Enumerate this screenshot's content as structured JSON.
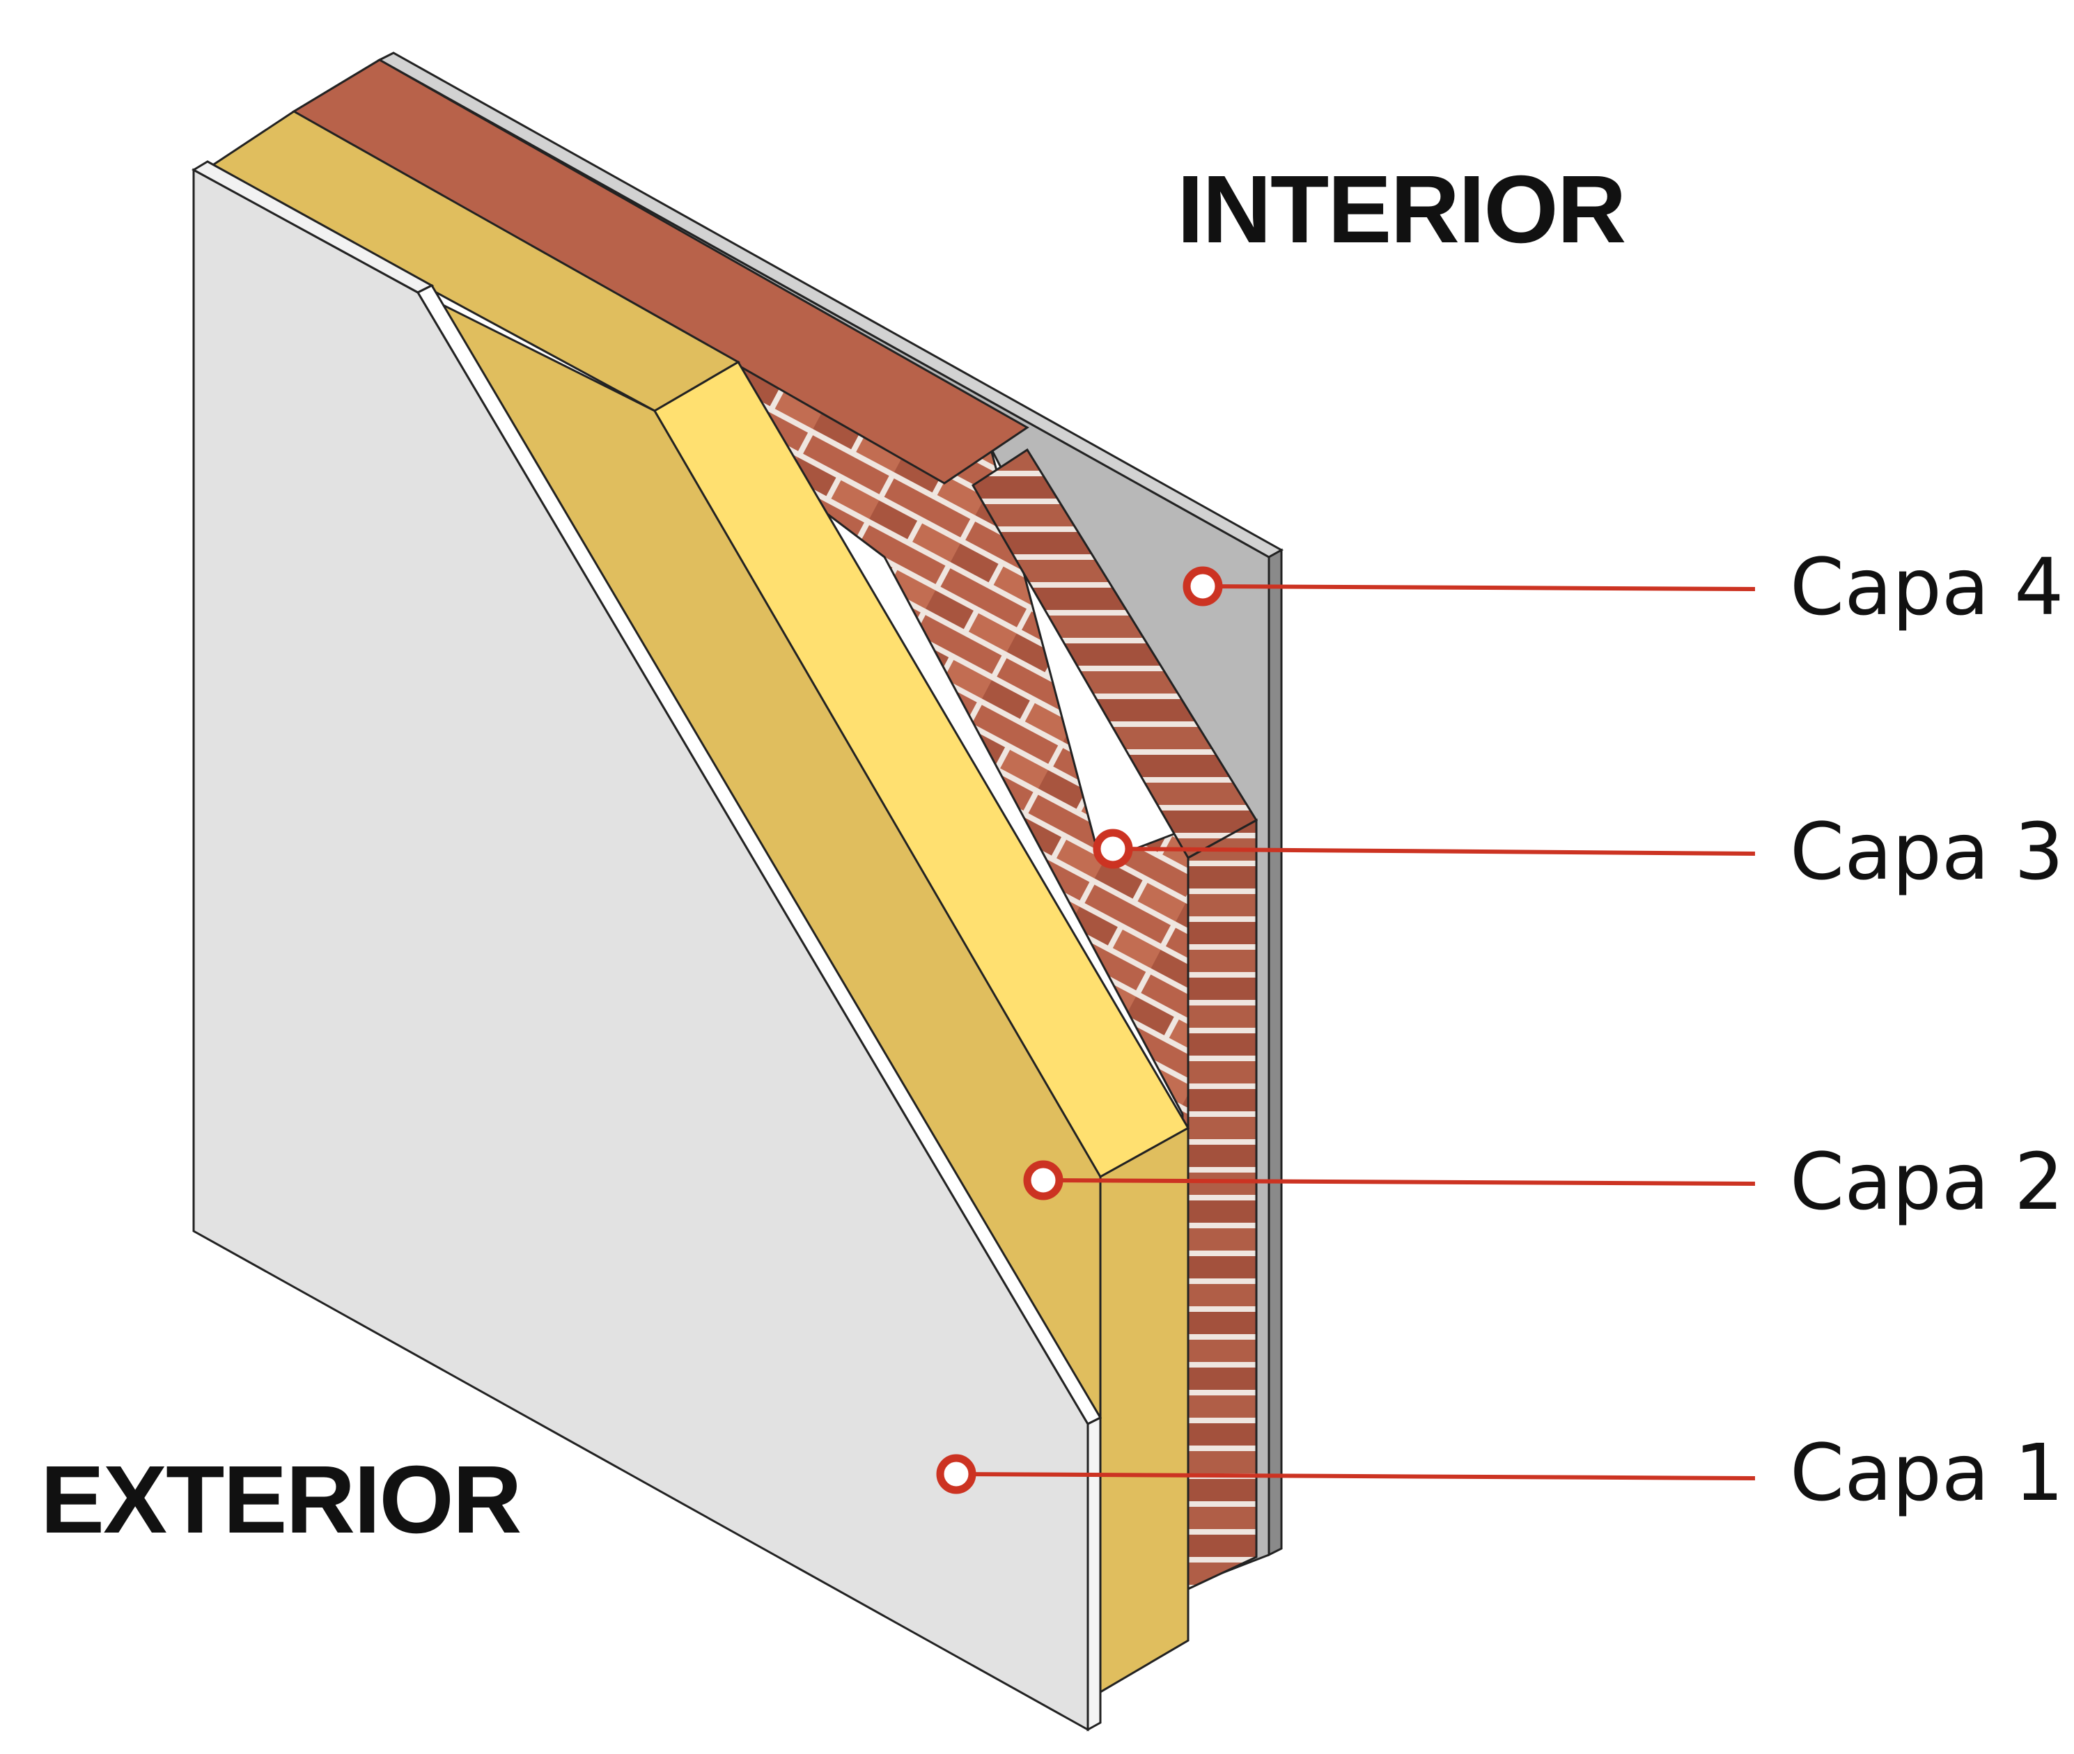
{
  "labels": {
    "interior": "INTERIOR",
    "exterior": "EXTERIOR"
  },
  "layers": [
    {
      "label": "Capa 4",
      "material": "interior board",
      "color": "#b8b8b8"
    },
    {
      "label": "Capa 3",
      "material": "brick",
      "color": "#b8624a"
    },
    {
      "label": "Capa 2",
      "material": "insulation",
      "color": "#e0be5e"
    },
    {
      "label": "Capa 1",
      "material": "exterior board",
      "color": "#e2e2e2"
    }
  ],
  "colors": {
    "callout": "#cc3322",
    "mortar": "#efe6e0",
    "insulation_light": "#ffe070",
    "outline": "#222222"
  }
}
